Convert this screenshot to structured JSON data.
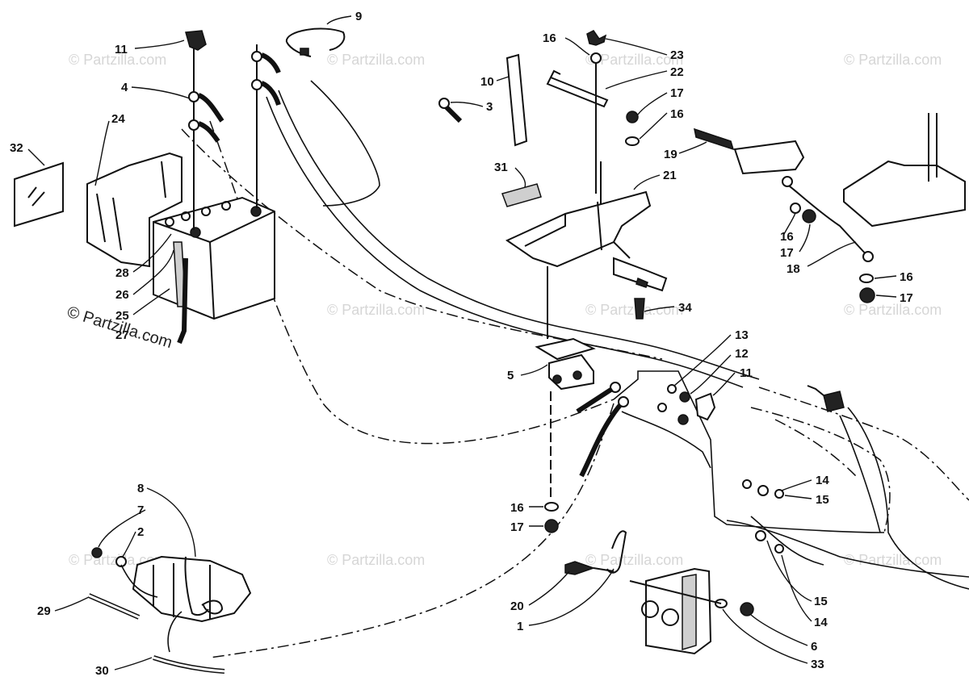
{
  "watermark": {
    "text": "© Partzilla.com",
    "overlay_text": "© Partzilla.com"
  },
  "callouts": [
    {
      "id": "c11a",
      "label": "11"
    },
    {
      "id": "c9",
      "label": "9"
    },
    {
      "id": "c4",
      "label": "4"
    },
    {
      "id": "c3",
      "label": "3"
    },
    {
      "id": "c24",
      "label": "24"
    },
    {
      "id": "c32",
      "label": "32"
    },
    {
      "id": "c28",
      "label": "28"
    },
    {
      "id": "c26",
      "label": "26"
    },
    {
      "id": "c25",
      "label": "25"
    },
    {
      "id": "c27",
      "label": "27"
    },
    {
      "id": "c16a",
      "label": "16"
    },
    {
      "id": "c23",
      "label": "23"
    },
    {
      "id": "c10",
      "label": "10"
    },
    {
      "id": "c22",
      "label": "22"
    },
    {
      "id": "c17a",
      "label": "17"
    },
    {
      "id": "c16b",
      "label": "16"
    },
    {
      "id": "c19",
      "label": "19"
    },
    {
      "id": "c31",
      "label": "31"
    },
    {
      "id": "c21",
      "label": "21"
    },
    {
      "id": "c16c",
      "label": "16"
    },
    {
      "id": "c17b",
      "label": "17"
    },
    {
      "id": "c18",
      "label": "18"
    },
    {
      "id": "c16d",
      "label": "16"
    },
    {
      "id": "c17c",
      "label": "17"
    },
    {
      "id": "c34",
      "label": "34"
    },
    {
      "id": "c13",
      "label": "13"
    },
    {
      "id": "c12",
      "label": "12"
    },
    {
      "id": "c11b",
      "label": "11"
    },
    {
      "id": "c5",
      "label": "5"
    },
    {
      "id": "c14a",
      "label": "14"
    },
    {
      "id": "c15a",
      "label": "15"
    },
    {
      "id": "c16e",
      "label": "16"
    },
    {
      "id": "c17d",
      "label": "17"
    },
    {
      "id": "c8",
      "label": "8"
    },
    {
      "id": "c7",
      "label": "7"
    },
    {
      "id": "c2",
      "label": "2"
    },
    {
      "id": "c29",
      "label": "29"
    },
    {
      "id": "c30",
      "label": "30"
    },
    {
      "id": "c20",
      "label": "20"
    },
    {
      "id": "c1",
      "label": "1"
    },
    {
      "id": "c15b",
      "label": "15"
    },
    {
      "id": "c14b",
      "label": "14"
    },
    {
      "id": "c6",
      "label": "6"
    },
    {
      "id": "c33",
      "label": "33"
    }
  ]
}
